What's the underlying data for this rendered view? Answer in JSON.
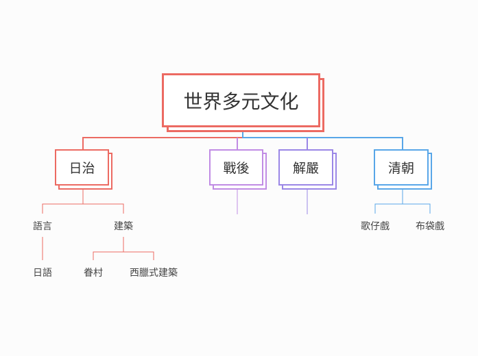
{
  "root": {
    "label": "世界多元文化",
    "color": "#ec6a62"
  },
  "branches": [
    {
      "label": "日治",
      "color": "#ec6a62",
      "children": [
        {
          "label": "語言",
          "children": [
            {
              "label": "日語"
            }
          ]
        },
        {
          "label": "建築",
          "children": [
            {
              "label": "眷村"
            },
            {
              "label": "西臘式建築"
            }
          ]
        }
      ]
    },
    {
      "label": "戰後",
      "color": "#b47fe0",
      "children": []
    },
    {
      "label": "解嚴",
      "color": "#9a86e6",
      "children": []
    },
    {
      "label": "清朝",
      "color": "#58a6e8",
      "children": [
        {
          "label": "歌仔戲",
          "children": []
        },
        {
          "label": "布袋戲",
          "children": []
        }
      ]
    }
  ]
}
